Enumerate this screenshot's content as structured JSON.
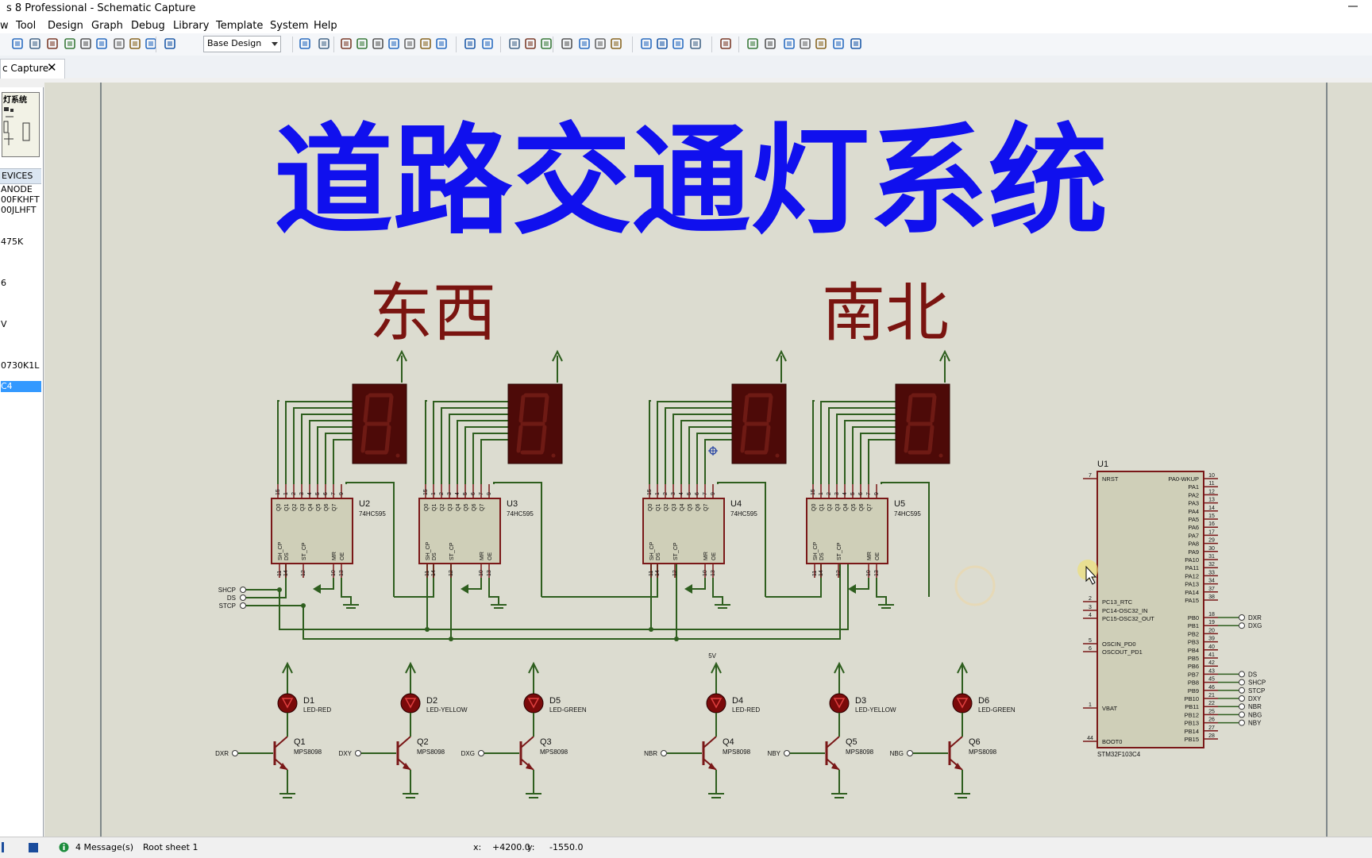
{
  "window": {
    "title": "s 8 Professional - Schematic Capture"
  },
  "menu": [
    "w",
    "Tool",
    "Design",
    "Graph",
    "Debug",
    "Library",
    "Template",
    "System",
    "Help"
  ],
  "toolbar": {
    "design_combo": "Base Design"
  },
  "tab": {
    "label": "c Capture"
  },
  "devices_panel": {
    "header": "EVICES",
    "items": [
      "ANODE",
      "00FKHFT",
      "00JLHFT",
      "475K",
      "6",
      "V",
      "0730K1L",
      "C4"
    ],
    "selected_index": 7
  },
  "schematic": {
    "title": "道路交通灯系统",
    "label_east_west": "东西",
    "label_north_south": "南北",
    "power_label": "5V",
    "shift_registers": [
      {
        "ref": "U2",
        "part": "74HC595"
      },
      {
        "ref": "U3",
        "part": "74HC595"
      },
      {
        "ref": "U4",
        "part": "74HC595"
      },
      {
        "ref": "U5",
        "part": "74HC595"
      }
    ],
    "register_pins_top": [
      "Q0",
      "Q1",
      "Q2",
      "Q3",
      "Q4",
      "Q5",
      "Q6",
      "Q7"
    ],
    "register_pin_nums_top": [
      "15",
      "1",
      "2",
      "3",
      "4",
      "5",
      "6",
      "7",
      "9"
    ],
    "register_pins_bottom": [
      "SH_CP",
      "DS",
      "ST_CP",
      "MR",
      "OE"
    ],
    "register_pin_nums_bottom": [
      "11",
      "14",
      "12",
      "10",
      "13"
    ],
    "bus_inputs": [
      "SHCP",
      "DS",
      "STCP"
    ],
    "leds": [
      {
        "ref": "D1",
        "part": "LED-RED"
      },
      {
        "ref": "D2",
        "part": "LED-YELLOW"
      },
      {
        "ref": "D5",
        "part": "LED-GREEN"
      },
      {
        "ref": "D4",
        "part": "LED-RED"
      },
      {
        "ref": "D3",
        "part": "LED-YELLOW"
      },
      {
        "ref": "D6",
        "part": "LED-GREEN"
      }
    ],
    "transistors": [
      {
        "ref": "Q1",
        "part": "MPS8098",
        "net": "DXR"
      },
      {
        "ref": "Q2",
        "part": "MPS8098",
        "net": "DXY"
      },
      {
        "ref": "Q3",
        "part": "MPS8098",
        "net": "DXG"
      },
      {
        "ref": "Q4",
        "part": "MPS8098",
        "net": "NBR"
      },
      {
        "ref": "Q5",
        "part": "MPS8098",
        "net": "NBY"
      },
      {
        "ref": "Q6",
        "part": "MPS8098",
        "net": "NBG"
      }
    ],
    "mcu": {
      "ref": "U1",
      "part": "STM32F103C4",
      "left_pins": [
        {
          "name": "NRST",
          "num": "7"
        },
        {
          "name": "PC13_RTC",
          "num": "2"
        },
        {
          "name": "PC14-OSC32_IN",
          "num": "3"
        },
        {
          "name": "PC15-OSC32_OUT",
          "num": "4"
        },
        {
          "name": "OSCIN_PD0",
          "num": "5"
        },
        {
          "name": "OSCOUT_PD1",
          "num": "6"
        },
        {
          "name": "VBAT",
          "num": "1"
        },
        {
          "name": "BOOT0",
          "num": "44"
        }
      ],
      "right_pins": [
        {
          "name": "PA0-WKUP",
          "num": "10"
        },
        {
          "name": "PA1",
          "num": "11"
        },
        {
          "name": "PA2",
          "num": "12"
        },
        {
          "name": "PA3",
          "num": "13"
        },
        {
          "name": "PA4",
          "num": "14"
        },
        {
          "name": "PA5",
          "num": "15"
        },
        {
          "name": "PA6",
          "num": "16"
        },
        {
          "name": "PA7",
          "num": "17"
        },
        {
          "name": "PA8",
          "num": "29"
        },
        {
          "name": "PA9",
          "num": "30"
        },
        {
          "name": "PA10",
          "num": "31"
        },
        {
          "name": "PA11",
          "num": "32"
        },
        {
          "name": "PA12",
          "num": "33"
        },
        {
          "name": "PA13",
          "num": "34"
        },
        {
          "name": "PA14",
          "num": "37"
        },
        {
          "name": "PA15",
          "num": "38"
        },
        {
          "name": "PB0",
          "num": "18"
        },
        {
          "name": "PB1",
          "num": "19"
        },
        {
          "name": "PB2",
          "num": "20"
        },
        {
          "name": "PB3",
          "num": "39"
        },
        {
          "name": "PB4",
          "num": "40"
        },
        {
          "name": "PB5",
          "num": "41"
        },
        {
          "name": "PB6",
          "num": "42"
        },
        {
          "name": "PB7",
          "num": "43"
        },
        {
          "name": "PB8",
          "num": "45"
        },
        {
          "name": "PB9",
          "num": "46"
        },
        {
          "name": "PB10",
          "num": "21"
        },
        {
          "name": "PB11",
          "num": "22"
        },
        {
          "name": "PB12",
          "num": "25"
        },
        {
          "name": "PB13",
          "num": "26"
        },
        {
          "name": "PB14",
          "num": "27"
        },
        {
          "name": "PB15",
          "num": "28"
        }
      ],
      "net_labels": [
        {
          "pin": "PB0",
          "net": "DXR"
        },
        {
          "pin": "PB1",
          "net": "DXG"
        },
        {
          "pin": "PB7",
          "net": "DS"
        },
        {
          "pin": "PB8",
          "net": "SHCP"
        },
        {
          "pin": "PB9",
          "net": "STCP"
        },
        {
          "pin": "PB10",
          "net": "DXY"
        },
        {
          "pin": "PB11",
          "net": "NBR"
        },
        {
          "pin": "PB12",
          "net": "NBG"
        },
        {
          "pin": "PB13",
          "net": "NBY"
        }
      ]
    }
  },
  "status": {
    "messages": "4 Message(s)",
    "sheet": "Root sheet 1",
    "x_label": "x:",
    "x_value": "+4200.0",
    "y_label": "y:",
    "y_value": "-1550.0"
  },
  "colors": {
    "canvas": "#dcdcd0",
    "wire": "#2e5e1e",
    "component": "#7a1818",
    "component_fill": "#cfcfb8",
    "title": "#1010ee",
    "label": "#7a1410",
    "digit_bg": "#4d0a08",
    "digit_seg": "#6e1a14"
  }
}
